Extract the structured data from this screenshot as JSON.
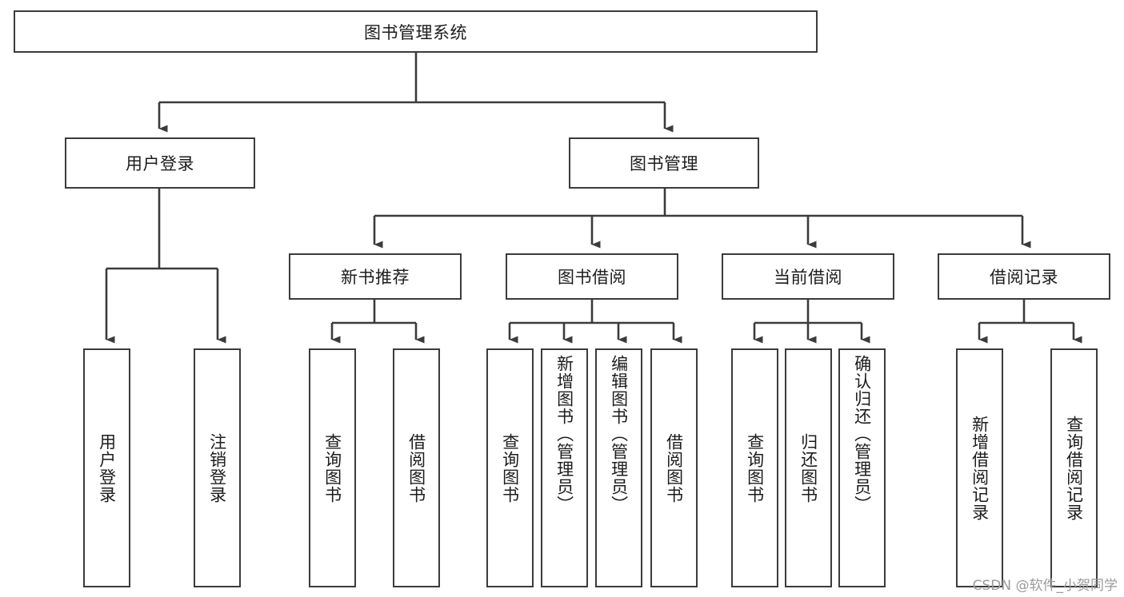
{
  "diagram": {
    "title": "图书管理系统",
    "watermark": "CSDN @软件_小贺同学",
    "line_color": "#3b3b3b",
    "box_border_color": "#3b3b3b",
    "box_fill_color": "#ffffff",
    "text_color": "#1c1c1c",
    "watermark_color": "#9a9a9a",
    "root": {
      "label": "图书管理系统"
    },
    "level2": [
      {
        "label": "用户登录"
      },
      {
        "label": "图书管理"
      }
    ],
    "level3": [
      {
        "label": "新书推荐"
      },
      {
        "label": "图书借阅"
      },
      {
        "label": "当前借阅"
      },
      {
        "label": "借阅记录"
      }
    ],
    "leaves": {
      "user_login": [
        {
          "label": "用户登录"
        },
        {
          "label": "注销登录"
        }
      ],
      "new_book_recommend": [
        {
          "label": "查询图书"
        },
        {
          "label": "借阅图书"
        }
      ],
      "book_borrow": [
        {
          "label": "查询图书"
        },
        {
          "label": "新增图书（管理员）"
        },
        {
          "label": "编辑图书（管理员）"
        },
        {
          "label": "借阅图书"
        }
      ],
      "current_borrow": [
        {
          "label": "查询图书"
        },
        {
          "label": "归还图书"
        },
        {
          "label": "确认归还（管理员）"
        }
      ],
      "borrow_record": [
        {
          "label": "新增借阅记录"
        },
        {
          "label": "查询借阅记录"
        }
      ]
    }
  }
}
